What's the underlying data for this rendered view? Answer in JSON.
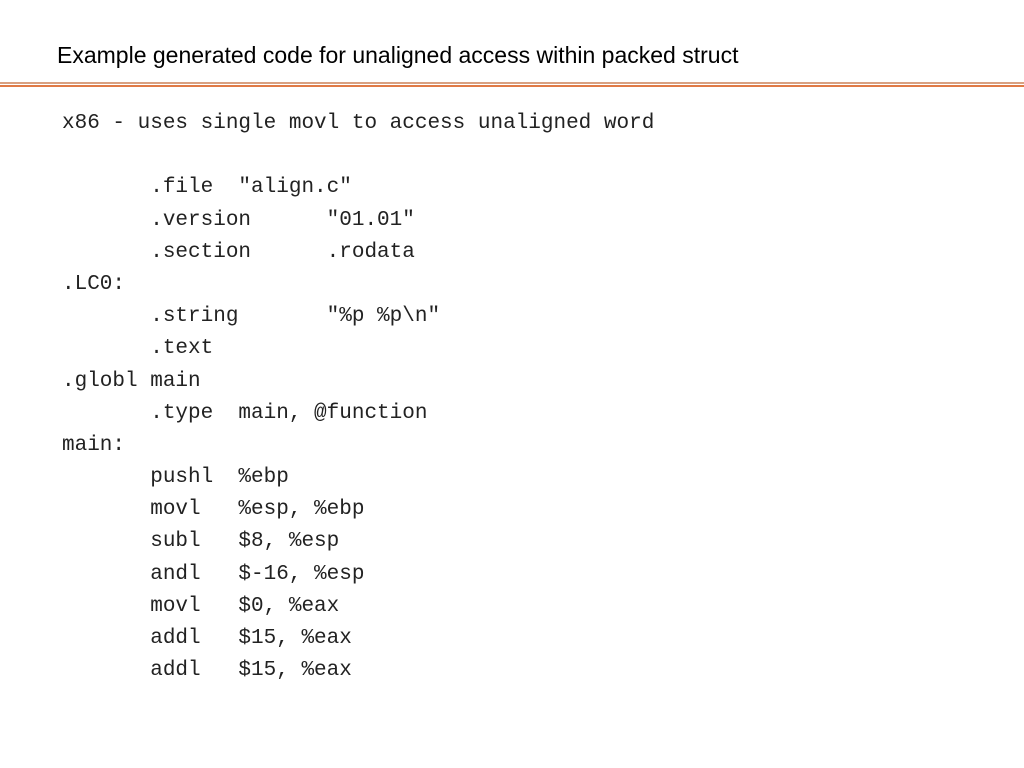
{
  "slide": {
    "title": "Example generated code for unaligned access within packed struct"
  },
  "code": {
    "lines": [
      "x86 - uses single movl to access unaligned word",
      "",
      "       .file  \"align.c\"",
      "       .version      \"01.01\"",
      "       .section      .rodata",
      ".LC0:",
      "       .string       \"%p %p\\n\"",
      "       .text",
      ".globl main",
      "       .type  main, @function",
      "main:",
      "       pushl  %ebp",
      "       movl   %esp, %ebp",
      "       subl   $8, %esp",
      "       andl   $-16, %esp",
      "       movl   $0, %eax",
      "       addl   $15, %eax",
      "       addl   $15, %eax"
    ]
  }
}
